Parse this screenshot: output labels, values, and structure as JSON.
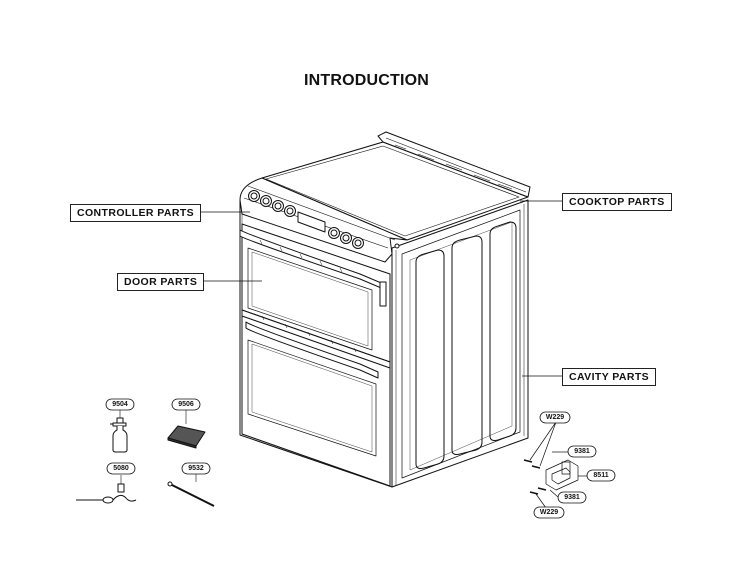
{
  "title": "INTRODUCTION",
  "sections": [
    {
      "label": "COOKTOP PARTS"
    },
    {
      "label": "CONTROLLER  PARTS"
    },
    {
      "label": "DOOR PARTS"
    },
    {
      "label": "CAVITY PARTS"
    }
  ],
  "part_numbers": {
    "p9504": "9504",
    "p9506": "9506",
    "p5080": "5080",
    "p9532": "9532",
    "w229_top": "W229",
    "p9381_top": "9381",
    "p8511": "8511",
    "p9381_bottom": "9381",
    "w229_bottom": "W229"
  }
}
